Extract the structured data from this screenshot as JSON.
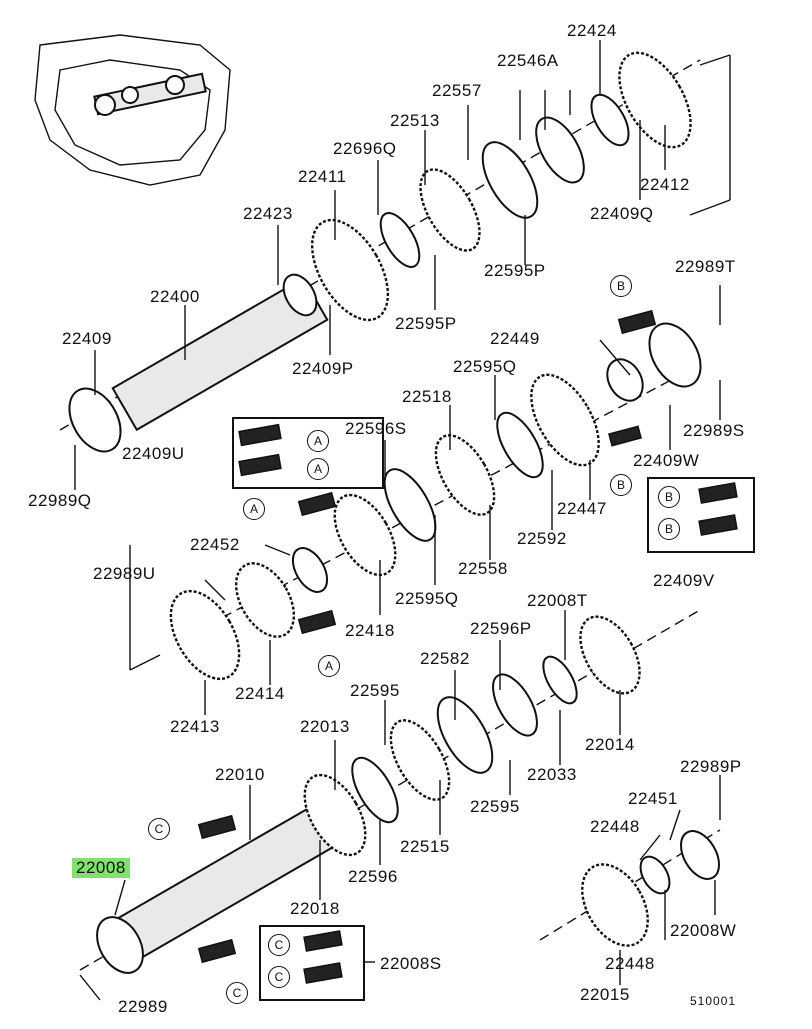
{
  "part_labels": [
    "22424",
    "22546A",
    "22557",
    "22513",
    "22696Q",
    "22411",
    "22423",
    "22412",
    "22409Q",
    "22595P",
    "22595P",
    "22400",
    "22409P",
    "22409",
    "22989T",
    "22449",
    "22595Q",
    "22518",
    "22596S",
    "22409U",
    "22989S",
    "22409W",
    "22447",
    "22592",
    "22989Q",
    "22452",
    "22558",
    "22409V",
    "22989U",
    "22595Q",
    "22008T",
    "22596P",
    "22418",
    "22582",
    "22414",
    "22595",
    "22013",
    "22014",
    "22413",
    "22033",
    "22010",
    "22989P",
    "22451",
    "22595",
    "22448",
    "22515",
    "22596",
    "22008",
    "22018",
    "22008W",
    "22008S",
    "22448",
    "22989",
    "22015"
  ],
  "highlighted_part": "22008",
  "reference_markers": {
    "a": "A",
    "b": "B",
    "c": "C"
  },
  "diagram_code": "510001",
  "colors": {
    "highlight": "#7ee36b",
    "ink": "#111111"
  }
}
